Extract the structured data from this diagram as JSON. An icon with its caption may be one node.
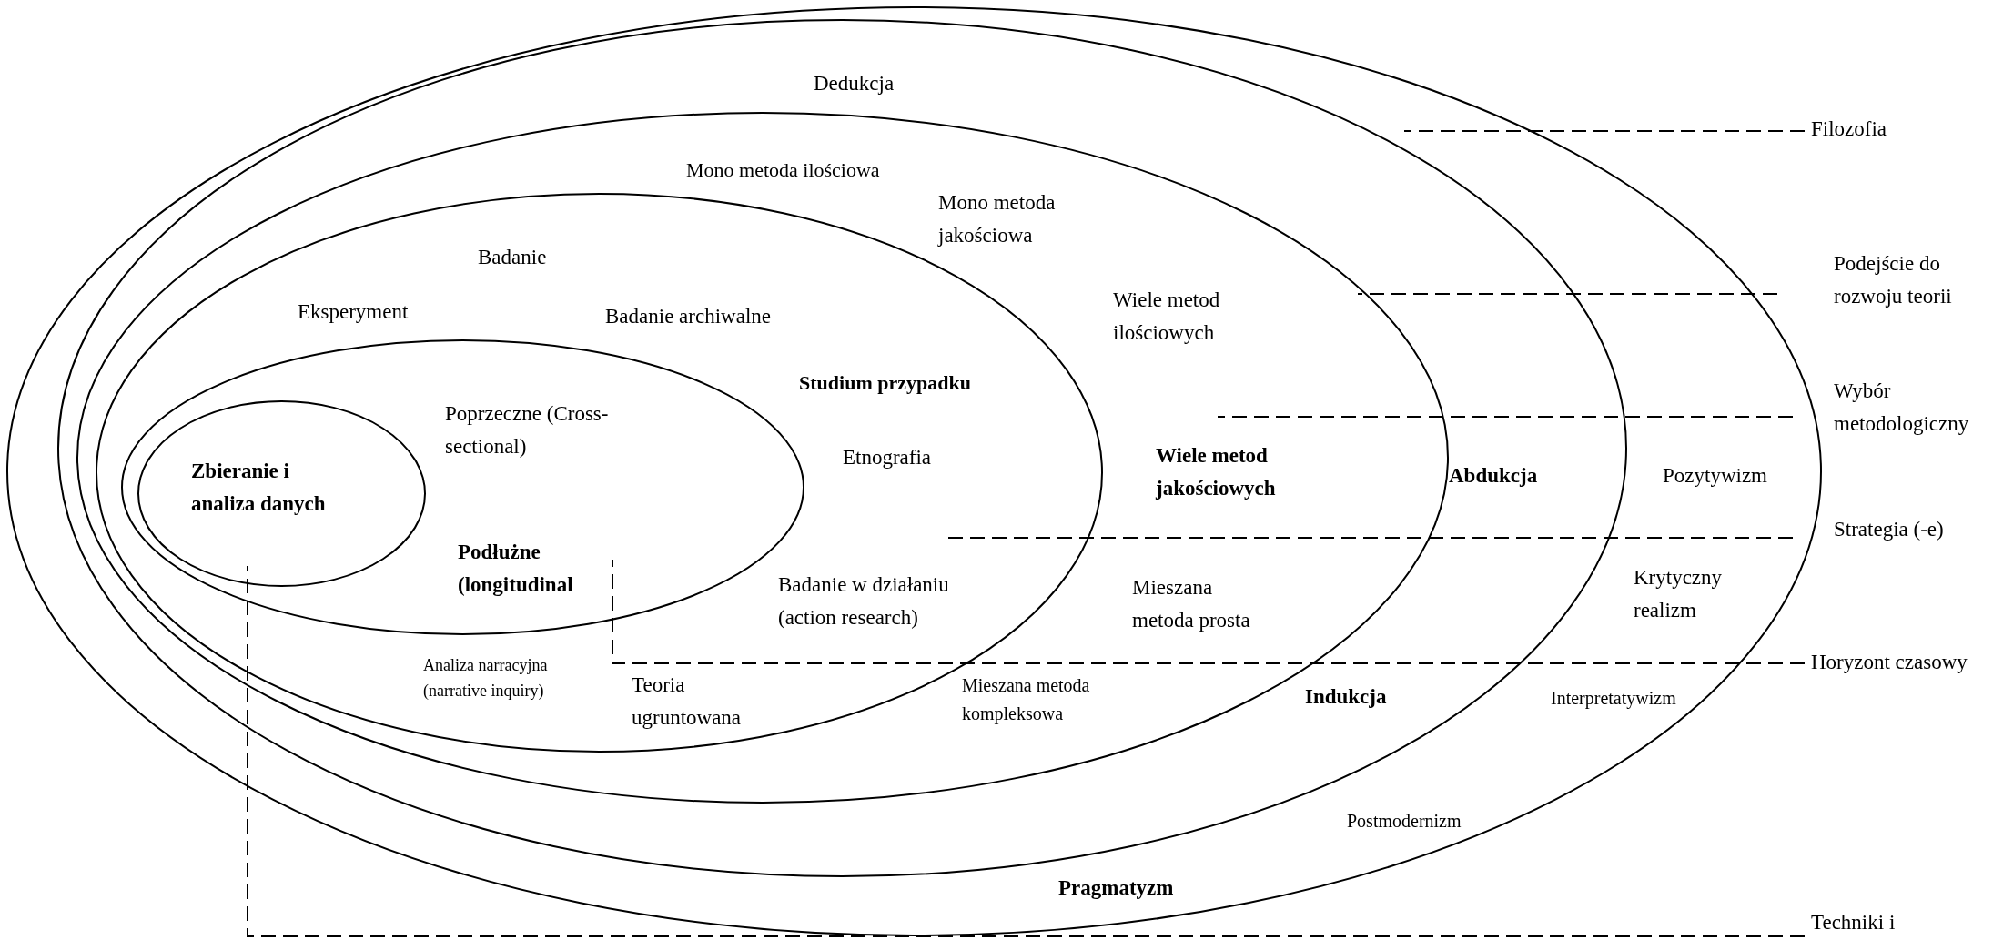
{
  "diagram": {
    "nodes": [
      {
        "text": [
          "Pozytywizm",
          "Krytyczny realizm",
          "Interpretatywizm",
          "Postmodernizm",
          "Pragmatyzm"
        ]
      },
      {
        "text": [
          "Dedukcja",
          "Abdukcja",
          "Indukcja"
        ],
        "in": 0
      },
      {
        "text": [
          "Mono metoda ilościowa",
          "Mono metoda jakościowa",
          "Wiele metod ilościowych",
          "Wiele metod jakościowych",
          "Mieszana metoda prosta",
          "Mieszana metoda kompleksowa"
        ],
        "in": 1
      },
      {
        "text": [
          "Badanie",
          "Eksperyment",
          "Badanie archiwalne",
          "Studium przypadku",
          "Etnografia",
          "Badanie w działaniu (action research)",
          "Analiza narracyjna (narrative inquiry)",
          "Teoria ugruntowana"
        ],
        "in": 2
      },
      {
        "text": [
          "Poprzeczne (Cross- sectional)",
          "Podłużne (longitudinal"
        ],
        "in": 3
      },
      {
        "text": [
          "Zbieranie i analiza danych"
        ],
        "in": 4
      },
      {
        "text": [
          "Filozofia"
        ]
      },
      {
        "text": [
          "Podejście do rozwoju teorii"
        ]
      },
      {
        "text": [
          "Wybór metodologiczny"
        ]
      },
      {
        "text": [
          "Strategia (-e)"
        ]
      },
      {
        "text": [
          "Horyzont czasowy"
        ]
      },
      {
        "text": [
          "Techniki i"
        ]
      }
    ],
    "edges": [
      {
        "from": 6,
        "to": 0,
        "arrow": "none",
        "style": "dashed"
      },
      {
        "from": 7,
        "to": 1,
        "arrow": "none",
        "style": "dashed"
      },
      {
        "from": 8,
        "to": 2,
        "arrow": "none",
        "style": "dashed"
      },
      {
        "from": 9,
        "to": 3,
        "arrow": "none",
        "style": "dashed"
      },
      {
        "from": 10,
        "to": 4,
        "arrow": "none",
        "style": "dashed"
      },
      {
        "from": 11,
        "to": 5,
        "arrow": "none",
        "style": "dashed"
      }
    ]
  }
}
